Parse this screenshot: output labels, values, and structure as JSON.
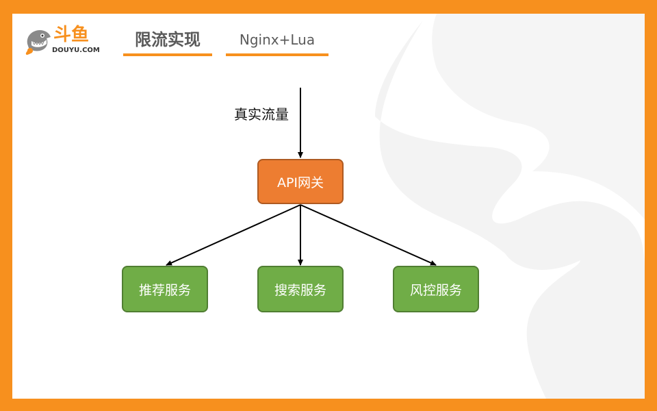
{
  "brand": {
    "logo_text": "斗鱼",
    "logo_domain": "DOUYU.COM",
    "accent_color": "#f7901e"
  },
  "header": {
    "tabs": [
      {
        "label": "限流实现"
      },
      {
        "label": "Nginx+Lua"
      }
    ]
  },
  "diagram": {
    "incoming_label": "真实流量",
    "gateway": {
      "label": "API网关",
      "color": "#ed7d31"
    },
    "services": [
      {
        "label": "推荐服务",
        "color": "#70ad47"
      },
      {
        "label": "搜索服务",
        "color": "#70ad47"
      },
      {
        "label": "风控服务",
        "color": "#70ad47"
      }
    ]
  }
}
